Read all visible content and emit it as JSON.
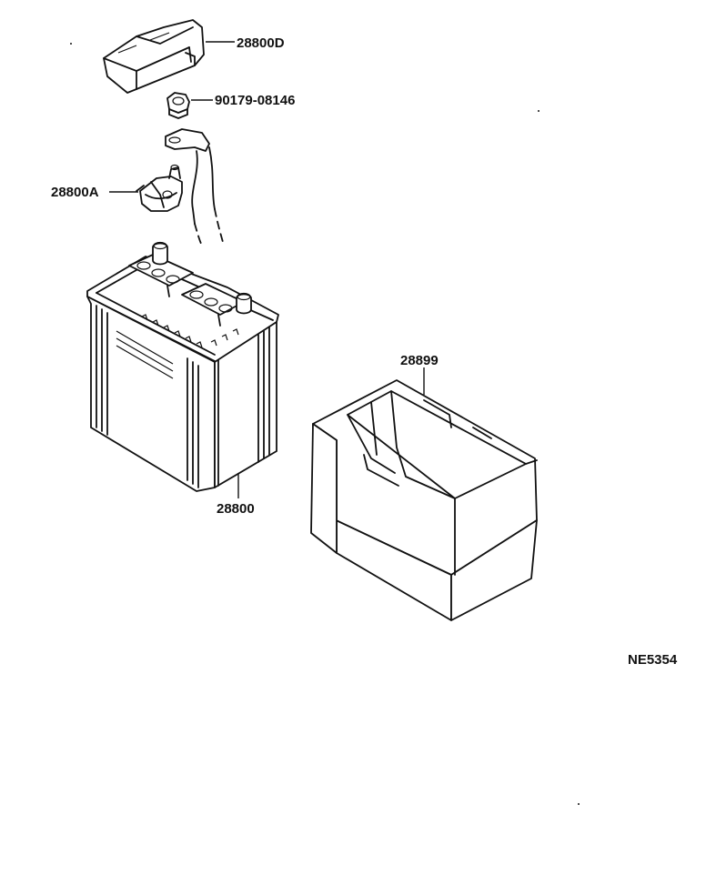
{
  "parts": {
    "cover": {
      "number": "28800D"
    },
    "nut": {
      "number": "90179-08146"
    },
    "terminal": {
      "number": "28800A"
    },
    "battery": {
      "number": "28800"
    },
    "tray": {
      "number": "28899"
    }
  },
  "figure": {
    "code": "NE5354"
  },
  "colors": {
    "ink": "#111111",
    "paper": "#ffffff"
  }
}
